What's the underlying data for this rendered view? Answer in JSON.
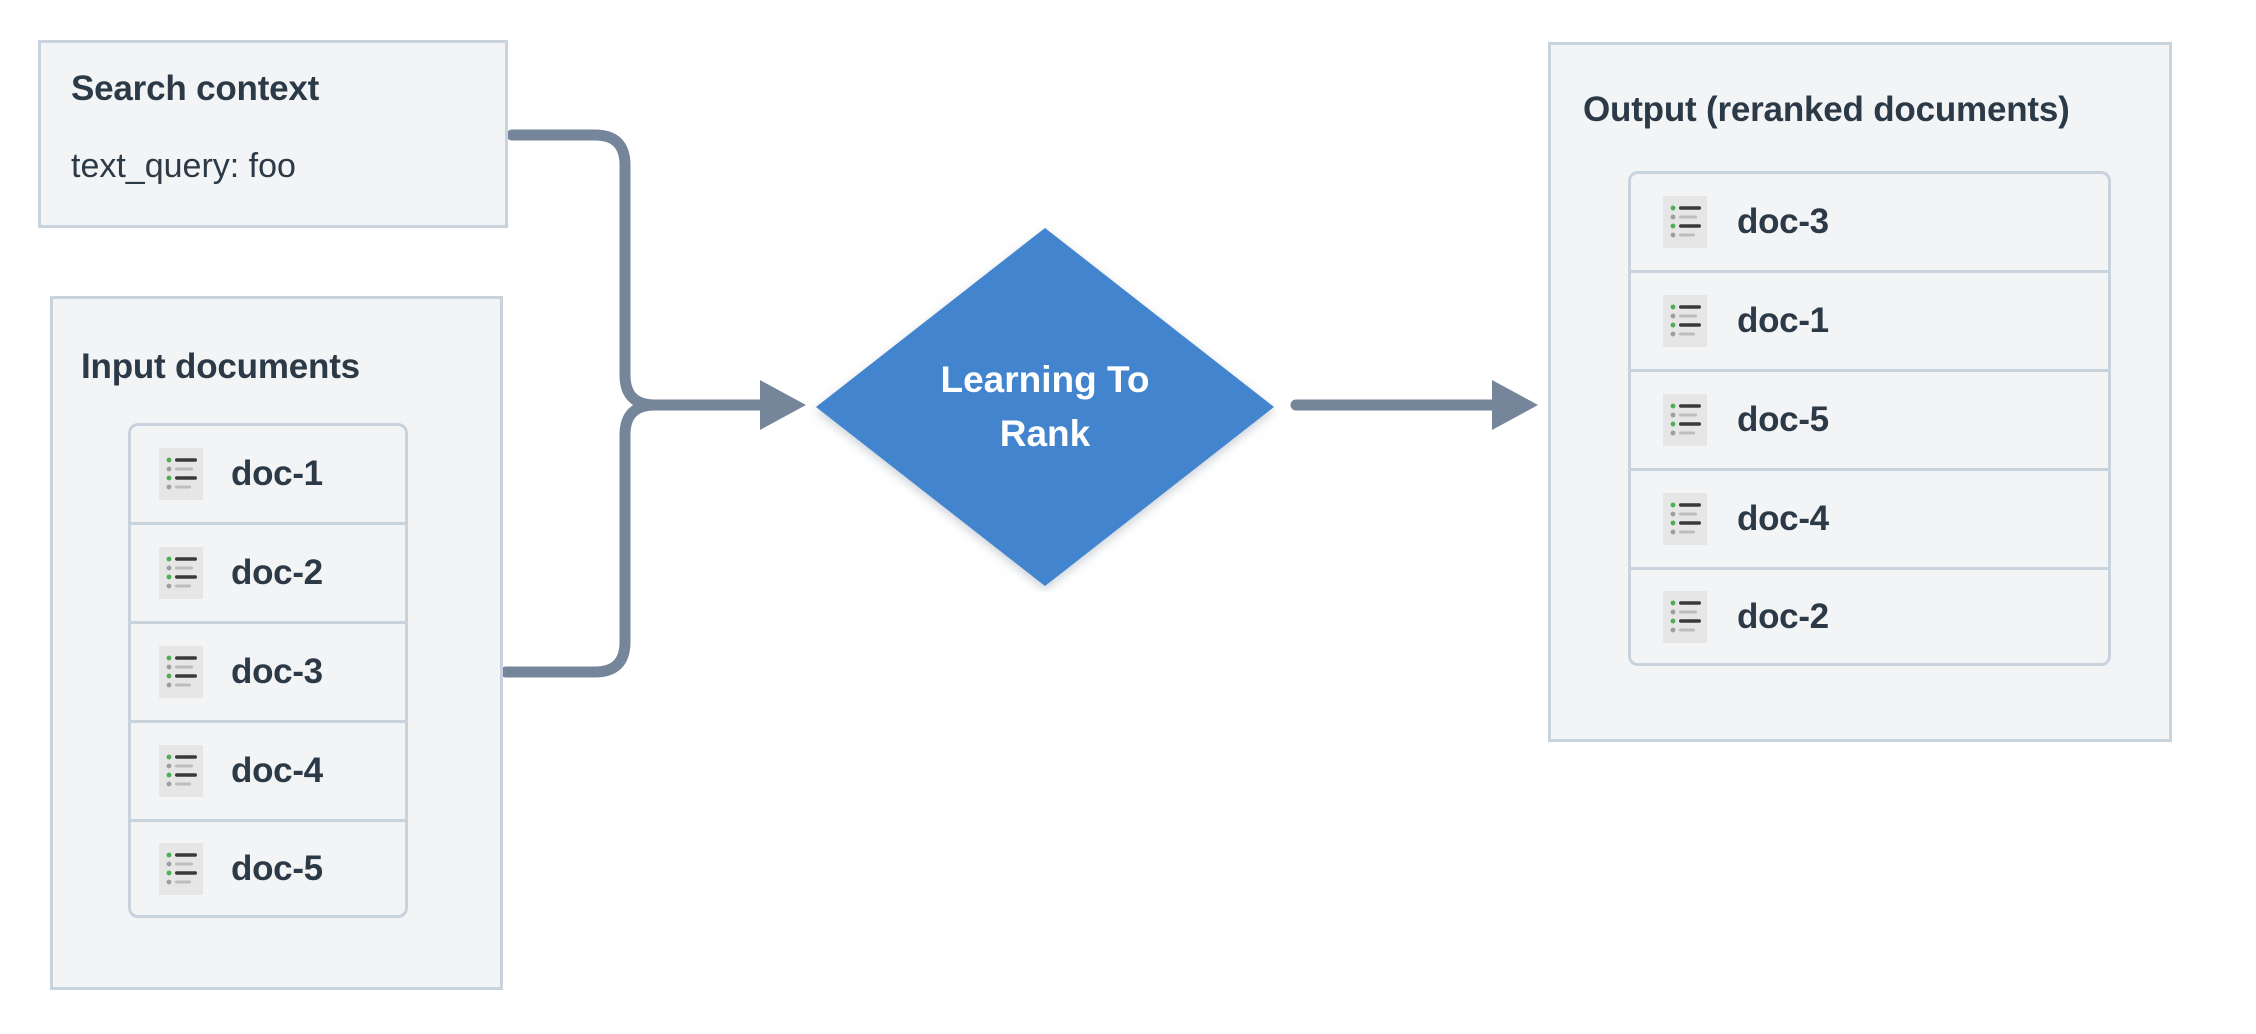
{
  "theme": {
    "panel_bg": "#f2f4f6",
    "panel_border": "#c9d3de",
    "text_color": "#2c3a47",
    "diamond_fill": "#4285ce",
    "diamond_text": "#ffffff",
    "connector_color": "#76869a",
    "icon_bg": "#e6e6e6",
    "icon_bullet_green": "#4caf50",
    "icon_bullet_gray": "#9e9e9e",
    "icon_line_dark": "#3a3a3a",
    "icon_line_light": "#bdbdbd"
  },
  "search_context": {
    "title": "Search context",
    "query_label": "text_query: foo"
  },
  "input_panel": {
    "title": "Input documents",
    "documents": [
      {
        "label": "doc-1",
        "icon": "document-list-icon"
      },
      {
        "label": "doc-2",
        "icon": "document-list-icon"
      },
      {
        "label": "doc-3",
        "icon": "document-list-icon"
      },
      {
        "label": "doc-4",
        "icon": "document-list-icon"
      },
      {
        "label": "doc-5",
        "icon": "document-list-icon"
      }
    ]
  },
  "process": {
    "label_line_1": "Learning To",
    "label_line_2": "Rank",
    "shape": "diamond"
  },
  "output_panel": {
    "title": "Output (reranked documents)",
    "documents": [
      {
        "label": "doc-3",
        "icon": "document-list-icon"
      },
      {
        "label": "doc-1",
        "icon": "document-list-icon"
      },
      {
        "label": "doc-5",
        "icon": "document-list-icon"
      },
      {
        "label": "doc-4",
        "icon": "document-list-icon"
      },
      {
        "label": "doc-2",
        "icon": "document-list-icon"
      }
    ]
  },
  "connectors": [
    {
      "name": "search-context-to-ltr",
      "from": "search-context",
      "to": "learning-to-rank",
      "arrowhead": true
    },
    {
      "name": "input-documents-to-ltr",
      "from": "input-documents",
      "to": "learning-to-rank",
      "arrowhead": true
    },
    {
      "name": "ltr-to-output",
      "from": "learning-to-rank",
      "to": "output",
      "arrowhead": true
    }
  ]
}
